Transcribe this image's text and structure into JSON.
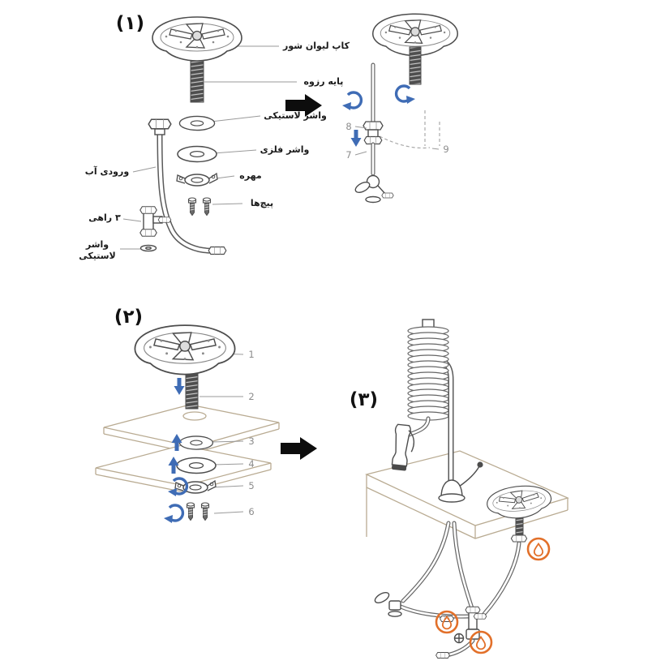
{
  "sections": {
    "one": {
      "label": "(۱)"
    },
    "two": {
      "label": "(۲)"
    },
    "three": {
      "label": "(۳)"
    }
  },
  "part_labels": {
    "cup_washer": "کاپ لیوان شور",
    "threaded_base": "پایه رزوه",
    "rubber_washer": "واشر لاستیکی",
    "metal_washer": "واشر فلزی",
    "water_inlet": "ورودی آب",
    "nut": "مهره",
    "screws": "پیچ‌ها",
    "three_way": "۳ راهی",
    "rubber_washer_2": "واشر لاستیکی"
  },
  "callouts": {
    "step1": {
      "n7": "7",
      "n8": "8",
      "n9": "9"
    },
    "step2": {
      "n1": "1",
      "n2": "2",
      "n3": "3",
      "n4": "4",
      "n5": "5",
      "n6": "6"
    }
  },
  "colors": {
    "line": "#4d4d4d",
    "arrow_blue": "#3f6cb5",
    "warning_orange": "#e2702a",
    "counter_tan": "#b9ab92",
    "callout_gray": "#8c8c8c",
    "transition_arrow": "#0d0d0d"
  }
}
